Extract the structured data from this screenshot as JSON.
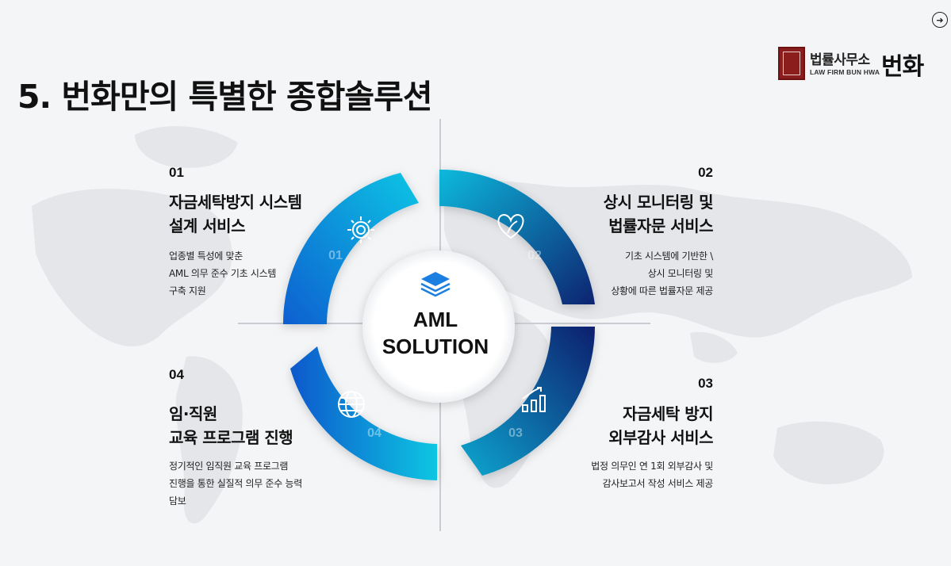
{
  "header": {
    "title": "5. 번화만의 특별한 종합솔루션",
    "nav_icon": "arrow-right-circle-icon"
  },
  "logo": {
    "firm_name": "법률사무소",
    "firm_name_en": "LAW FIRM BUN HWA",
    "brand": "번화"
  },
  "center": {
    "icon": "layers-icon",
    "line1": "AML",
    "line2": "SOLUTION"
  },
  "colors": {
    "cyan": "#00c2e0",
    "blue": "#0a6fd6",
    "navy": "#0b2a7a",
    "text": "#111111"
  },
  "segments": [
    {
      "num": "01",
      "icon": "gear-icon"
    },
    {
      "num": "02",
      "icon": "heart-leaf-icon"
    },
    {
      "num": "03",
      "icon": "bar-chart-growth-icon"
    },
    {
      "num": "04",
      "icon": "globe-icon"
    }
  ],
  "services": [
    {
      "num": "01",
      "title_lines": [
        "자금세탁방지 시스템",
        "설계 서비스"
      ],
      "desc_lines": [
        "업종별 특성에 맞춘",
        "AML 의무 준수 기초 시스템",
        "구축 지원"
      ]
    },
    {
      "num": "02",
      "title_lines": [
        "상시 모니터링 및",
        "법률자문 서비스"
      ],
      "desc_lines": [
        "기초 시스템에 기반한 \\",
        "상시 모니터링 및",
        "상황에 따른 법률자문 제공"
      ]
    },
    {
      "num": "03",
      "title_lines": [
        "자금세탁 방지",
        "외부감사 서비스"
      ],
      "desc_lines": [
        "법정 의무인 연 1회 외부감사 및",
        "감사보고서 작성 서비스 제공"
      ]
    },
    {
      "num": "04",
      "title_lines": [
        "임·직원",
        "교육 프로그램 진행"
      ],
      "desc_lines": [
        "정기적인 임직원 교육 프로그램",
        "진행을 통한 실질적  의무 준수 능력",
        "담보"
      ]
    }
  ]
}
